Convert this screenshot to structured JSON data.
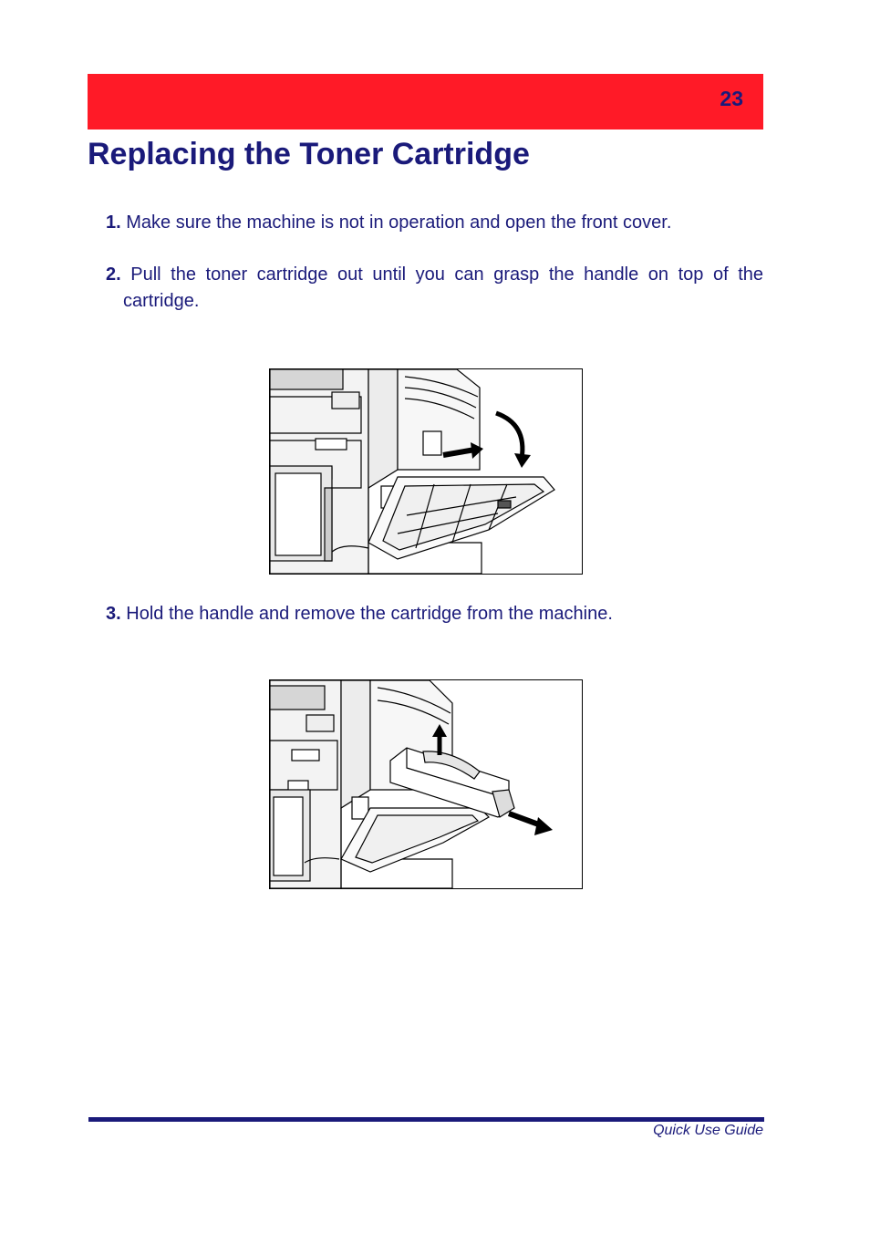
{
  "header": {
    "page_number": "23",
    "bar_color": "#ff1a27"
  },
  "title": "Replacing the Toner Cartridge",
  "steps": [
    {
      "num": "1.",
      "text": "Make sure the machine is not in operation and open the front cover."
    },
    {
      "num": "2.",
      "text": "Pull the toner cartridge out until you can grasp the handle on top of the cartridge."
    },
    {
      "num": "3.",
      "text": "Hold the handle and remove the cartridge from the machine."
    }
  ],
  "footer": {
    "text": "Quick Use Guide"
  },
  "colors": {
    "text": "#1a1a7a",
    "accent": "#ff1a27"
  }
}
